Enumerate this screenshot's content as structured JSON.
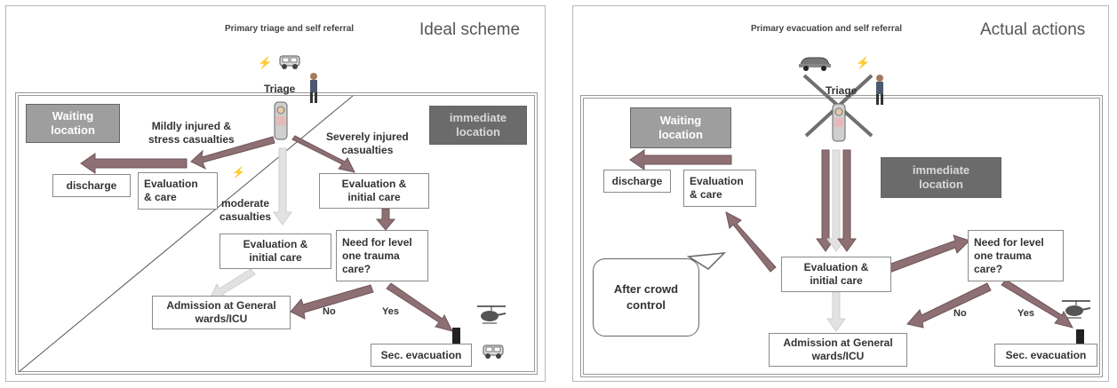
{
  "left": {
    "title": "Ideal scheme",
    "subtitle": "Primary triage and self referral",
    "triage": "Triage",
    "waiting_location": "Waiting\nlocation",
    "immediate_location": "immediate\nlocation",
    "mildly_injured": "Mildly injured &\nstress casualties",
    "severely_injured": "Severely injured\ncasualties",
    "moderate_casualties": "moderate\ncasualties",
    "discharge": "discharge",
    "eval_care": "Evaluation\n& care",
    "eval_initial_1": "Evaluation &\ninitial care",
    "eval_initial_2": "Evaluation &\ninitial care",
    "need_level_one": "Need for level\none trauma\ncare?",
    "admission": "Admission at General\nwards/ICU",
    "no": "No",
    "yes": "Yes",
    "sec_evacuation": "Sec. evacuation"
  },
  "right": {
    "title": "Actual actions",
    "subtitle": "Primary evacuation and self referral",
    "triage": "Triage",
    "waiting_location": "Waiting\nlocation",
    "immediate_location": "immediate\nlocation",
    "discharge": "discharge",
    "eval_care": "Evaluation\n& care",
    "eval_initial": "Evaluation &\ninitial care",
    "need_level_one": "Need for level\none trauma\ncare?",
    "admission": "Admission at General\nwards/ICU",
    "after_crowd_control": "After crowd\ncontrol",
    "no": "No",
    "yes": "Yes",
    "sec_evacuation": "Sec. evacuation"
  },
  "colors": {
    "red_arrow": "#8e6f73",
    "light_arrow": "#e2e2e2",
    "dark_arrow": "#7d7d7d",
    "waiting_fill": "#9e9e9e",
    "immediate_fill": "#6b6b6b"
  },
  "icons": [
    "ambulance-icon",
    "helicopter-icon",
    "medic-icon",
    "casualty-icon",
    "lightning-icon",
    "cross-out-icon",
    "barrier-icon"
  ]
}
